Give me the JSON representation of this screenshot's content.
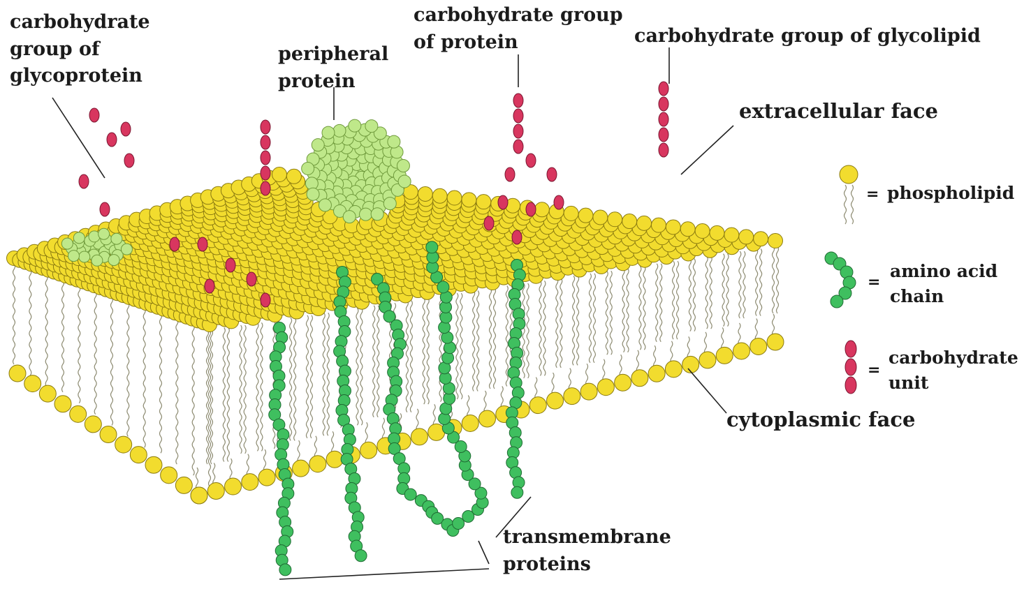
{
  "labels": {
    "glycoprotein_carb": [
      "carbohydrate",
      "group of",
      "glycoprotein"
    ],
    "peripheral_protein": [
      "peripheral",
      "protein"
    ],
    "protein_carb": [
      "carbohydrate group",
      "of protein"
    ],
    "glycolipid_carb": "carbohydrate group of glycolipid",
    "extracellular_face": "extracellular face",
    "cytoplasmic_face": "cytoplasmic face",
    "transmembrane_proteins": [
      "transmembrane",
      "proteins"
    ]
  },
  "legend": {
    "equals": "=",
    "phospholipid": "phospholipid",
    "amino_acid_chain": [
      "amino acid",
      "chain"
    ],
    "carbohydrate_unit": [
      "carbohydrate",
      "unit"
    ]
  },
  "colors": {
    "phospholipid_head": "#f2dc2e",
    "phospholipid_outline": "#8a7a10",
    "tail": "#8c8a70",
    "amino_acid": "#3fbf5f",
    "amino_acid_outline": "#1f6b33",
    "peripheral_protein": "#bfe88a",
    "carbohydrate": "#d8365f",
    "carbohydrate_outline": "#7a1530",
    "leader": "#222222"
  },
  "icons": [
    "phospholipid-icon",
    "amino-acid-chain-icon",
    "carbohydrate-unit-icon"
  ]
}
